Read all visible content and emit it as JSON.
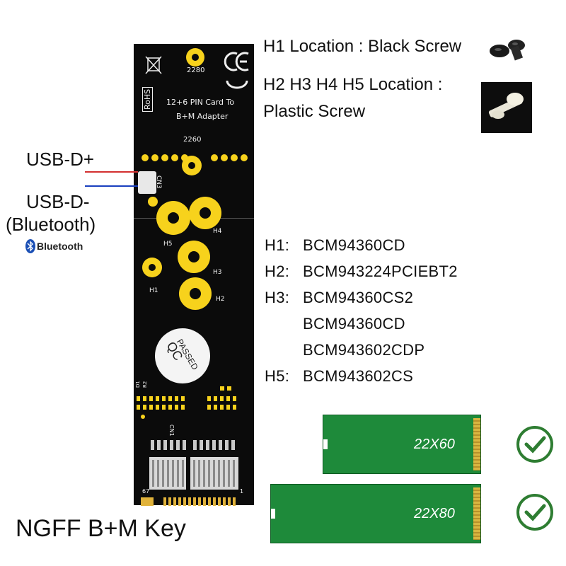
{
  "screw_info": {
    "h1_location": "H1 Location : Black Screw",
    "h2_h5_location_line1": "H2 H3 H4 H5 Location :",
    "h2_h5_location_line2": "Plastic Screw"
  },
  "usb_labels": {
    "usb_d_plus": "USB-D+",
    "usb_d_minus": "USB-D-",
    "bluetooth_paren": "(Bluetooth)",
    "bluetooth_logo_text": "Bluetooth"
  },
  "board_text": {
    "title_line1": "12+6 PIN Card To",
    "title_line2": "B+M Adapter",
    "rohs": "RoHS",
    "size_2280": "2280",
    "size_2260": "2260",
    "cn3": "CN3",
    "cn1": "CN1",
    "h1": "H1",
    "h2": "H2",
    "h3": "H3",
    "h4": "H4",
    "h5": "H5",
    "qc": "QC",
    "passed": "PASSED",
    "d1": "D1",
    "r2": "R2",
    "pin_67": "67",
    "pin_1": "1"
  },
  "models": [
    {
      "label": "H1:",
      "value": "BCM94360CD"
    },
    {
      "label": "H2:",
      "value": "BCM943224PCIEBT2"
    },
    {
      "label": "H3:",
      "value": "BCM94360CS2"
    },
    {
      "label": "",
      "value": "BCM94360CD"
    },
    {
      "label": "",
      "value": "BCM943602CDP"
    },
    {
      "label": "H5:",
      "value": "BCM943602CS"
    }
  ],
  "ssd": {
    "size_60": "22X60",
    "size_80": "22X80"
  },
  "footer": {
    "key_label": "NGFF B+M Key"
  },
  "colors": {
    "pcb": "#0b0b0b",
    "gold": "#f7d21c",
    "ssd_green": "#1e8a3a",
    "check_green": "#2e7d32",
    "usb_plus_wire": "#d32f2f",
    "usb_minus_wire": "#1a3fbf"
  },
  "icons": {
    "black_screw": "black-screw-photo",
    "plastic_screw": "plastic-screw-photo",
    "bluetooth": "bluetooth-rune-icon",
    "check": "check-circle-icon"
  }
}
